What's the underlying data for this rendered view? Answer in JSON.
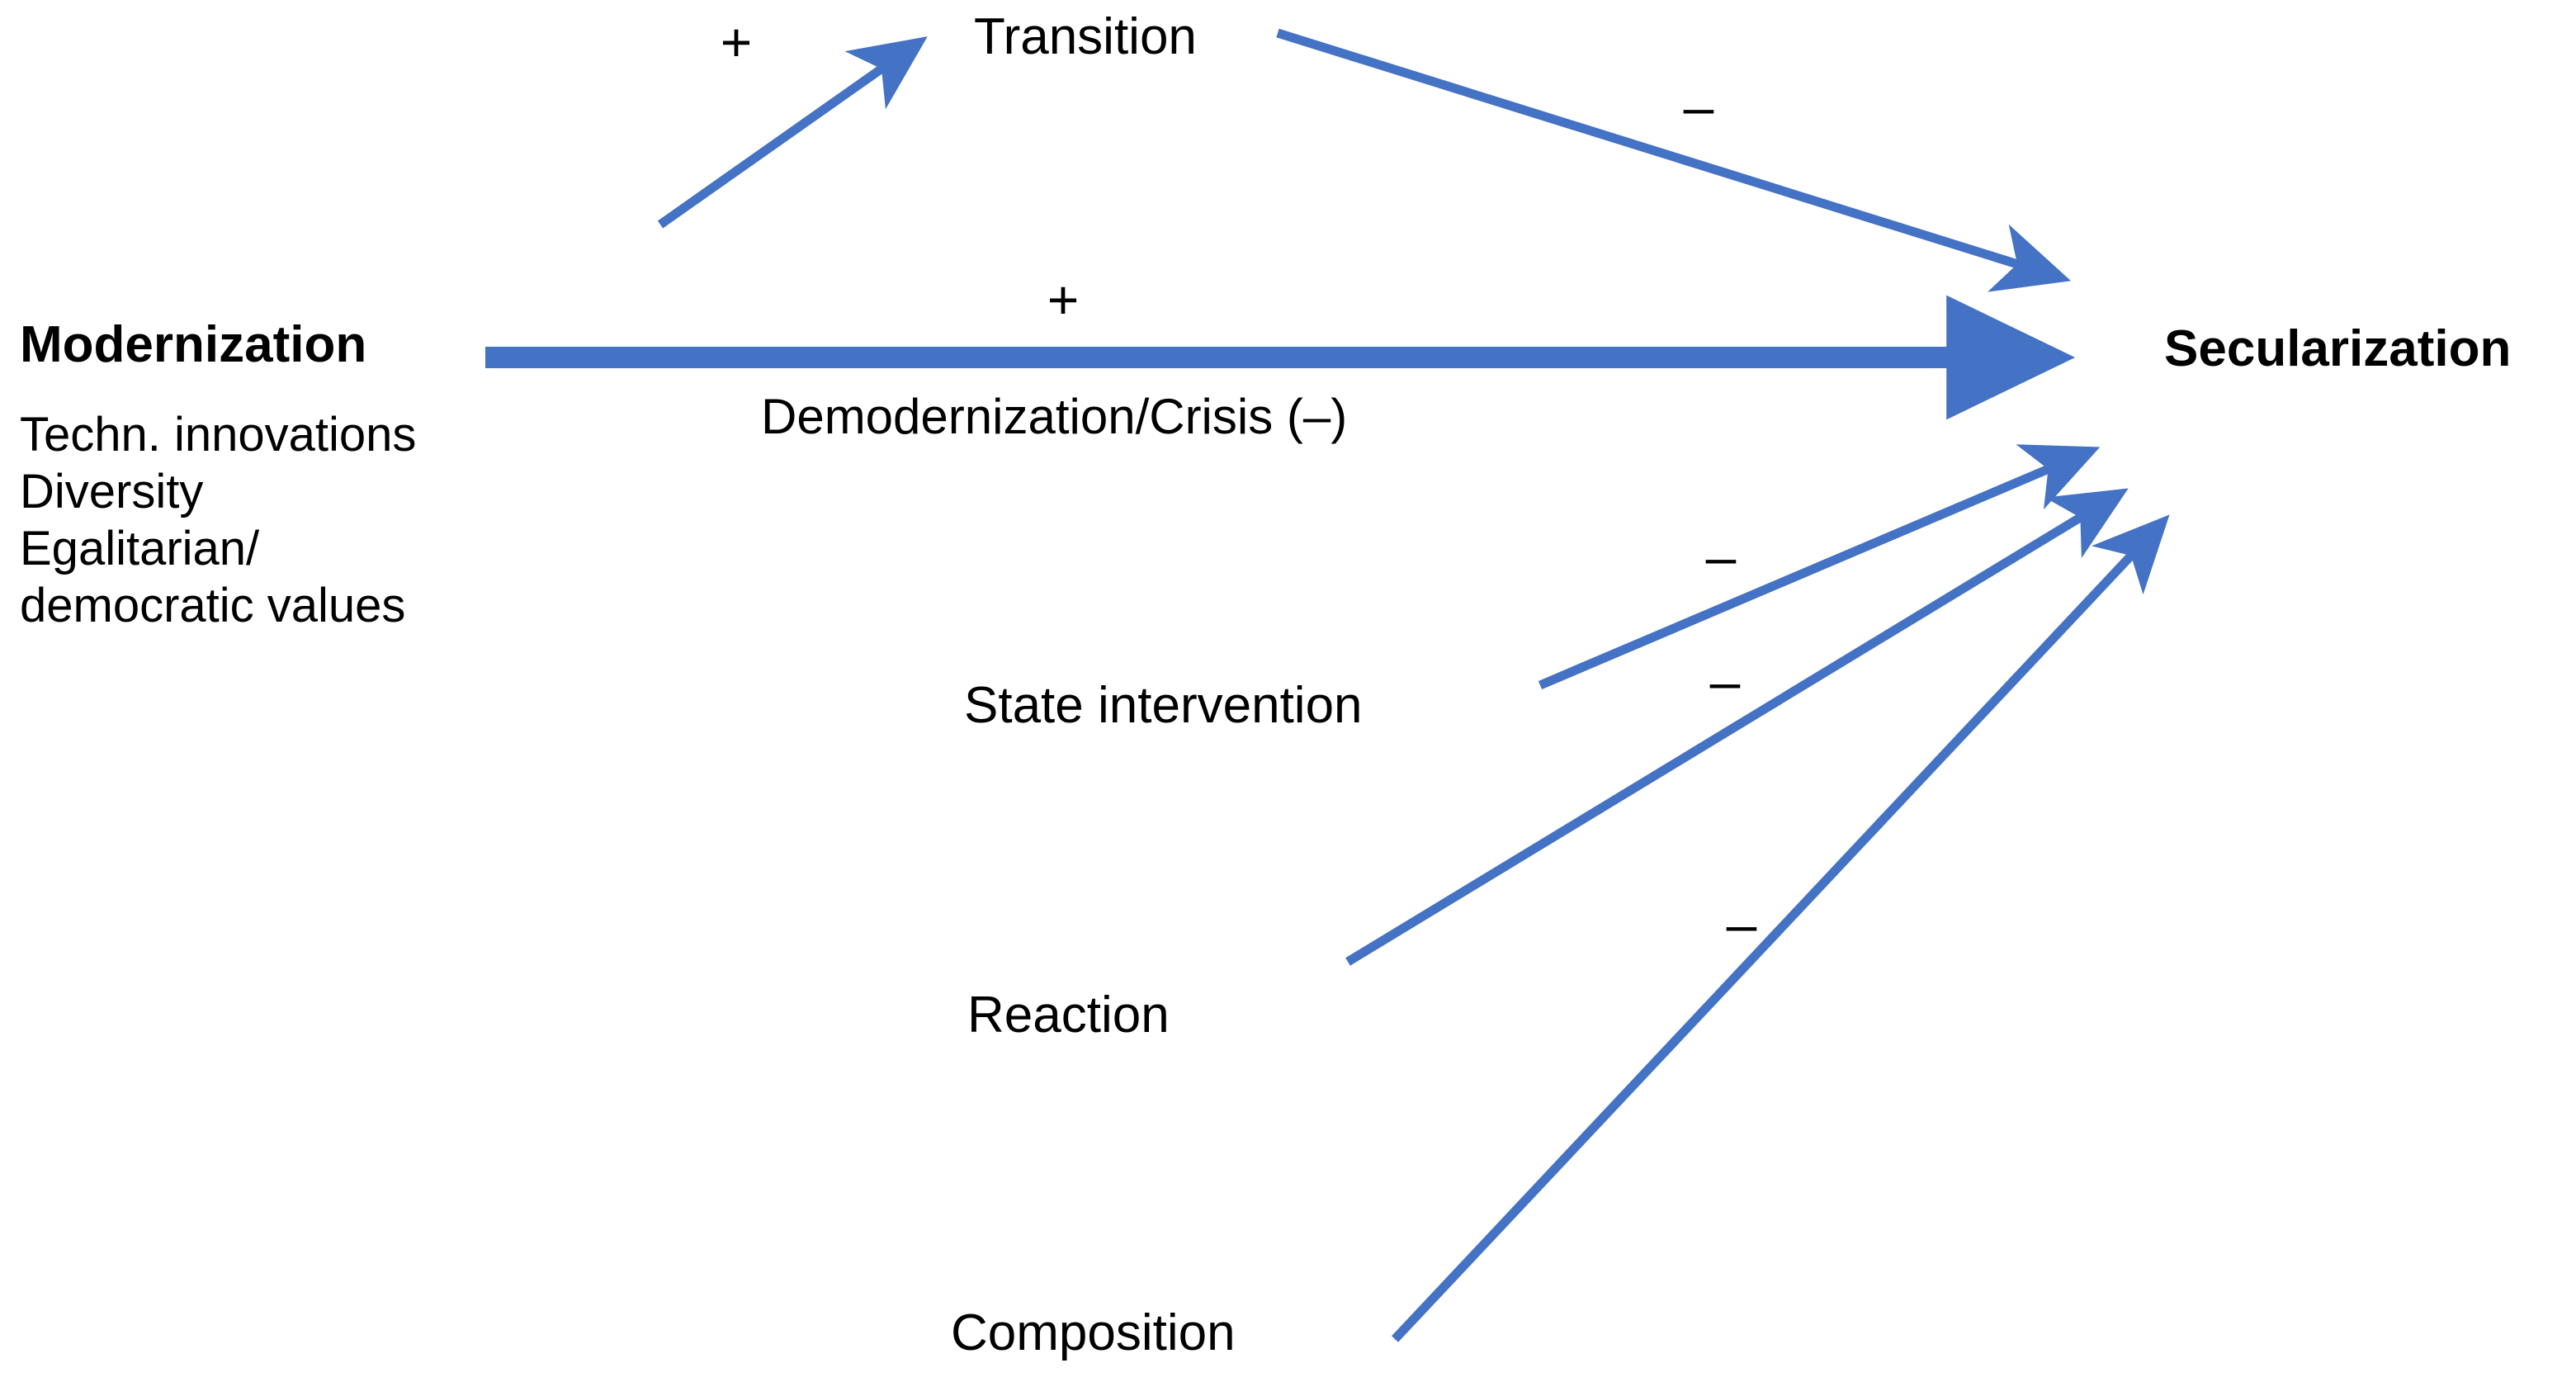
{
  "diagram": {
    "title_hidden": "",
    "colors": {
      "arrow_blue": "#4472C4",
      "text_black": "#000000",
      "background": "#FFFFFF"
    },
    "nodes": {
      "modernization": {
        "label": "Modernization",
        "sub_lines": [
          "Techn. innovations",
          "Diversity",
          "Egalitarian/",
          "democratic values"
        ]
      },
      "secularization": {
        "label": "Secularization"
      },
      "transition": {
        "label": "Transition"
      },
      "state_intervention": {
        "label": "State intervention"
      },
      "reaction": {
        "label": "Reaction"
      },
      "composition": {
        "label": "Composition"
      }
    },
    "edges": [
      {
        "id": "modernization-to-transition",
        "from": "Modernization",
        "to": "Transition",
        "sign": "+"
      },
      {
        "id": "transition-to-secularization",
        "from": "Transition",
        "to": "Secularization",
        "sign": "–"
      },
      {
        "id": "modernization-to-secularization",
        "from": "Modernization",
        "to": "Secularization",
        "sign": "+",
        "caption": "Demodernization/Crisis (–)"
      },
      {
        "id": "state-intervention-to-secularization",
        "from": "State intervention",
        "to": "Secularization",
        "sign": "–"
      },
      {
        "id": "reaction-to-secularization",
        "from": "Reaction",
        "to": "Secularization",
        "sign": "–"
      },
      {
        "id": "composition-to-secularization",
        "from": "Composition",
        "to": "Secularization",
        "sign": "–"
      }
    ]
  }
}
